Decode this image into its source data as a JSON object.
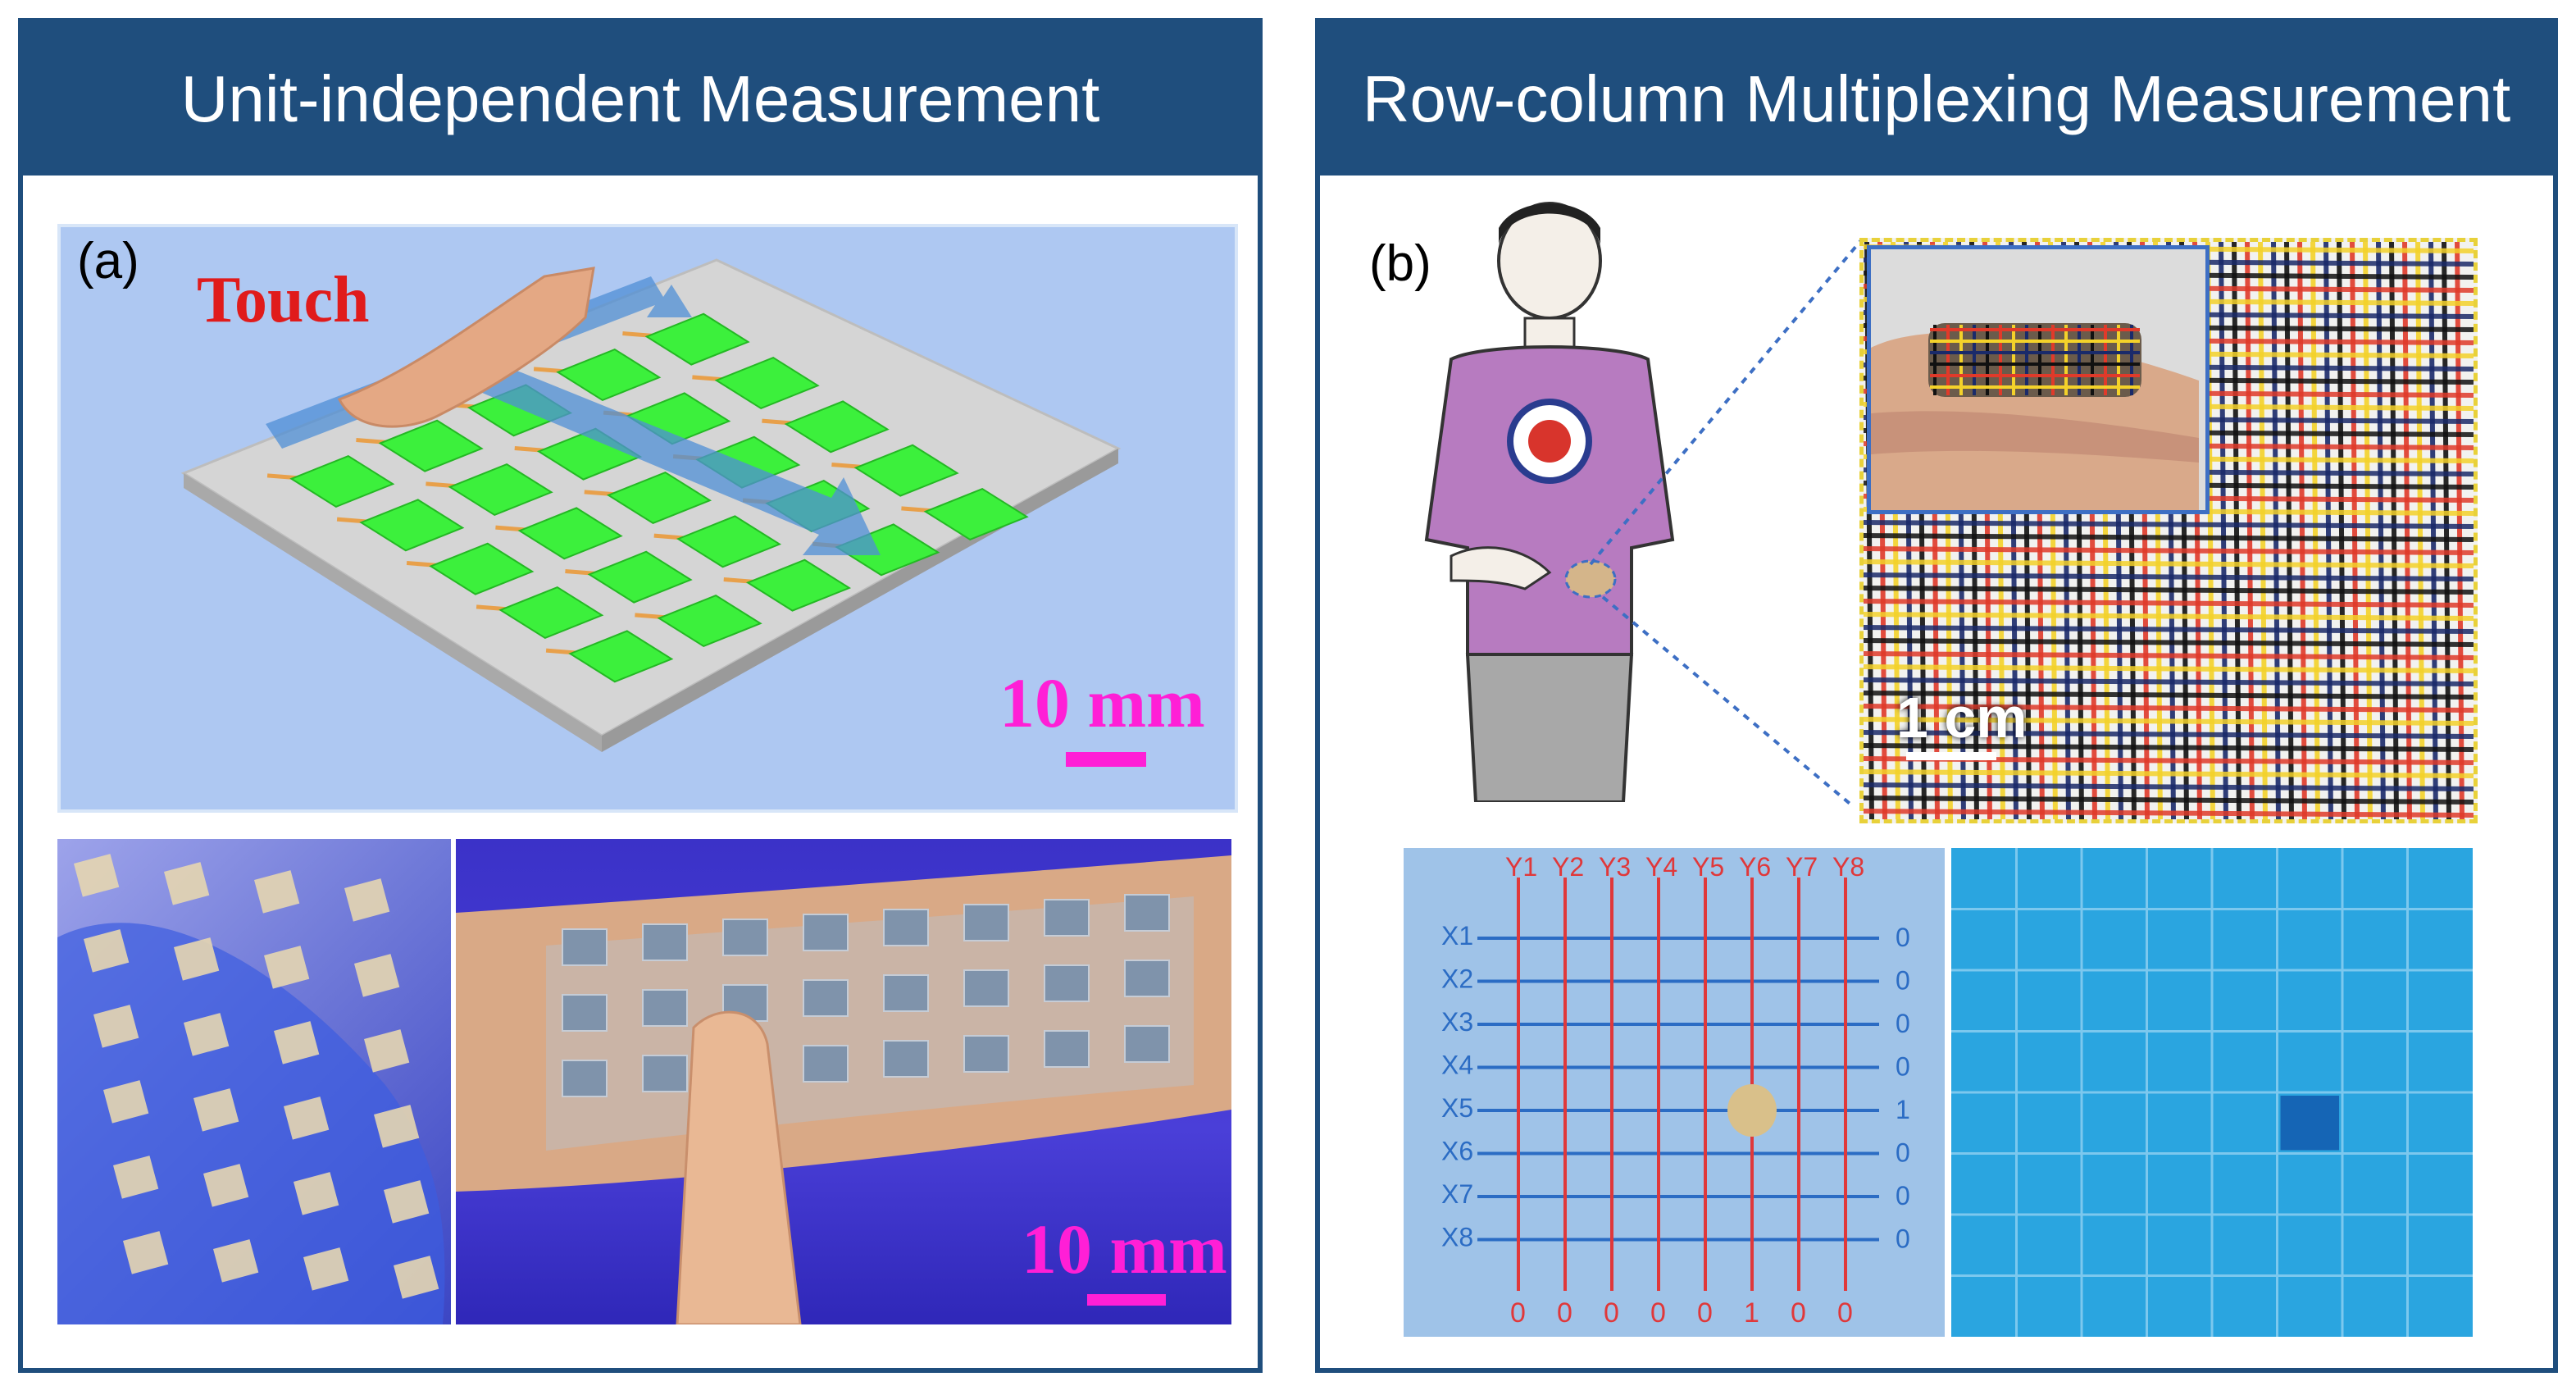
{
  "left_panel": {
    "title": "Unit-independent Measurement",
    "label": "(a)",
    "touch_label": "Touch",
    "scale_top": "10 mm",
    "scale_bottom": "10 mm"
  },
  "right_panel": {
    "title": "Row-column Multiplexing Measurement",
    "label": "(b)",
    "scale_fabric": "1 cm",
    "grid": {
      "column_labels": [
        "Y1",
        "Y2",
        "Y3",
        "Y4",
        "Y5",
        "Y6",
        "Y7",
        "Y8"
      ],
      "row_labels": [
        "X1",
        "X2",
        "X3",
        "X4",
        "X5",
        "X6",
        "X7",
        "X8"
      ],
      "row_outputs": [
        "0",
        "0",
        "0",
        "0",
        "1",
        "0",
        "0",
        "0"
      ],
      "column_outputs": [
        "0",
        "0",
        "0",
        "0",
        "0",
        "1",
        "0",
        "0"
      ]
    }
  },
  "colors": {
    "header": "#1f4e7d",
    "sensor_green": "#3cf03c",
    "touch_red": "#e01b1b",
    "scale_magenta": "#ff1fd6",
    "grid_bg": "#9fc3e8",
    "map_bg": "#2aa5e0",
    "active_cell": "#1565b5"
  }
}
